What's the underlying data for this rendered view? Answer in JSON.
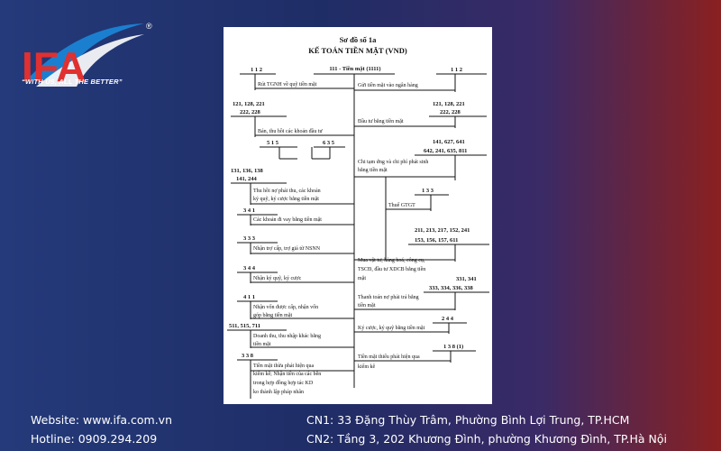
{
  "brand": {
    "logo_letters": "IFA",
    "registered": "®",
    "slogan": "“WITH US, ALL THE BETTER”"
  },
  "diagram": {
    "title1": "Sơ đồ số 1a",
    "title2": "KẾ TOÁN TIỀN MẶT (VND)",
    "center_account": "111 - Tiền mặt (1111)",
    "left_accounts": {
      "a112": "1 1 2",
      "a121": "121, 128, 221",
      "a121b": "222, 228",
      "a515": "5 1 5",
      "a635": "6 3 5",
      "a131": "131, 136, 138",
      "a131b": "141, 244",
      "a341": "3 4 1",
      "a333": "3 3 3",
      "a344": "3 4 4",
      "a411": "4 1 1",
      "a511": "511, 515, 711",
      "a338": "3 3 8"
    },
    "right_accounts": {
      "r112": "1 1 2",
      "r121": "121, 128, 221",
      "r121b": "222, 228",
      "r141": "141, 627, 641",
      "r141b": "642, 241, 635, 811",
      "r133": "1 3 3",
      "r211": "211, 213, 217, 152, 241",
      "r211b": "153, 156, 157, 611",
      "r331": "331, 341",
      "r331b": "333, 334, 336, 338",
      "r244": "2 4 4",
      "r138": "1 3 8 (1)"
    },
    "left_labels": {
      "l1": "Rút TGNH về quỹ tiền mặt",
      "l2": "Bán, thu hồi các khoản đầu tư",
      "l3a": "Thu hồi nợ phải thu, các khoản",
      "l3b": "ký quỹ, ký cược bằng tiền mặt",
      "l4": "Các khoản đi vay bằng tiền mặt",
      "l5": "Nhận trợ cấp, trợ giá từ NSNN",
      "l6": "Nhận ký quỹ, ký cược",
      "l7a": "Nhận vốn được cấp, nhận vốn",
      "l7b": "góp bằng tiền mặt",
      "l8a": "Doanh thu, thu nhập khác bằng",
      "l8b": "tiền mặt",
      "l9a": "Tiền mặt thừa phát hiện qua",
      "l9b": "kiểm kê; Nhận tiền của các bên",
      "l9c": "trong hợp đồng hợp tác KD",
      "l9d": "ko thành lập pháp nhân"
    },
    "right_labels": {
      "g1": "Gửi tiền mặt vào ngân hàng",
      "g2": "Đầu tư bằng tiền mặt",
      "g3a": "Chi tạm ứng và chi phí phát sinh",
      "g3b": "bằng tiền mặt",
      "g4": "Thuế GTGT",
      "g5a": "Mua vật tư, hàng hoá, công cụ,",
      "g5b": "TSCĐ, đầu tư XDCB bằng tiền",
      "g5c": "mặt",
      "g6a": "Thanh toán nợ phải trả bằng",
      "g6b": "tiền mặt",
      "g7": "Ký cược, ký quỹ bằng tiền mặt",
      "g8a": "Tiền mặt thiếu phát hiện qua",
      "g8b": "kiểm kê"
    }
  },
  "footer": {
    "website": "Website: www.ifa.com.vn",
    "hotline": "Hotline: 0909.294.209",
    "branch1": "CN1: 33 Đặng Thùy Trâm, Phường Bình Lợi Trung, TP.HCM",
    "branch2": "CN2: Tầng 3, 202 Khương Đình, phường Khương Đình, TP.Hà Nội"
  }
}
